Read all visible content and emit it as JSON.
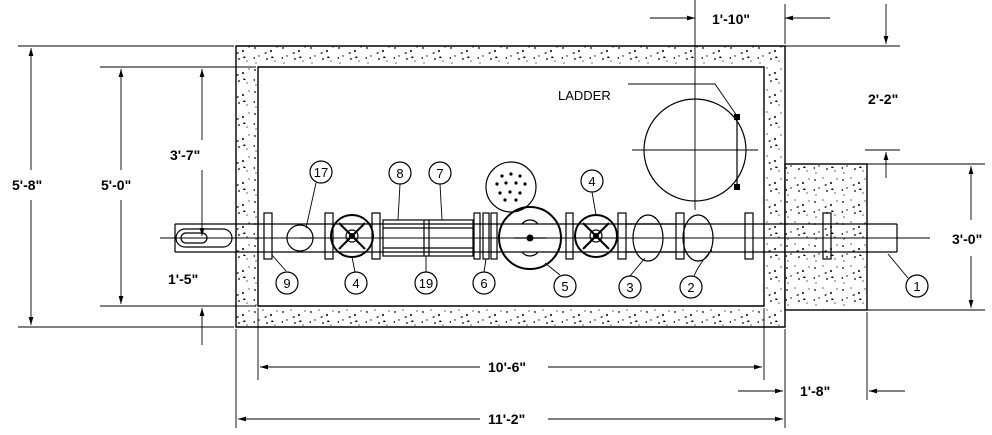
{
  "labels": {
    "ladder": "LADDER",
    "dim_top_right": "1'-10\"",
    "dim_right_upper": "2'-2\"",
    "dim_left_outer": "5'-8\"",
    "dim_left_inner": "5'-0\"",
    "dim_left_upper": "3'-7\"",
    "dim_left_lower": "1'-5\"",
    "dim_right_pad": "3'-0\"",
    "dim_bottom_inner": "10'-6\"",
    "dim_bottom_outer": "11'-2\"",
    "dim_bottom_right": "1'-8\""
  },
  "callouts": [
    "17",
    "8",
    "7",
    "4",
    "9",
    "4",
    "19",
    "6",
    "5",
    "3",
    "2",
    "1"
  ]
}
